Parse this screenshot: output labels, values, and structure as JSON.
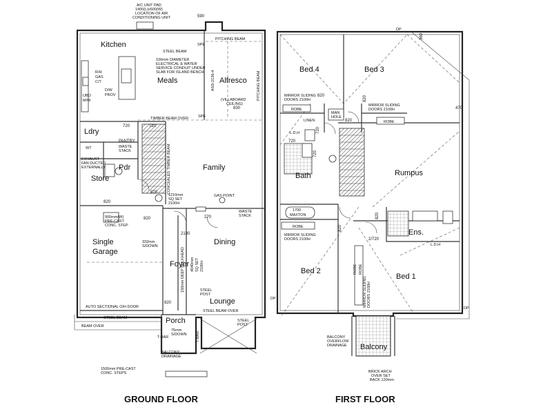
{
  "ground_floor": {
    "heading": "GROUND FLOOR",
    "rooms": {
      "kitchen": "Kitchen",
      "meals": "Meals",
      "alfresco": "Alfresco",
      "ldry": "Ldry",
      "pantry": "PANTRY",
      "pdr": "Pdr",
      "store": "Store",
      "family": "Family",
      "single_garage_1": "Single",
      "single_garage_2": "Garage",
      "dining": "Dining",
      "foyer": "Foyer",
      "lounge": "Lounge",
      "porch": "Porch"
    },
    "notes": {
      "ac_pad_1": "A/C UNIT PAD",
      "ac_pad_2": "1400(L)x600(W)",
      "ac_pad_3": "LOCATION OF AIR",
      "ac_pad_4": "CONDITIONING UNIT",
      "dim_590": "590",
      "steel_beam_top": "STEEL BEAM",
      "conduit_1": "100mm DIAMETER",
      "conduit_2": "ELECTRICAL & WATER",
      "conduit_3": "SERVICE CONDUIT UNDER",
      "conduit_4": "SLAB FOR ISLAND BENCH",
      "spe_1": "SPE",
      "pitching_beam_top": "PITCHING BEAM",
      "pitching_beam_side": "PITCHING BEAM",
      "asd": "ASD-2136-4",
      "villaboard_1": "(VILLABOARD",
      "villaboard_2": "CEILING)",
      "dim_830": "830",
      "rh": "R/H",
      "gas": "GAS",
      "ct": "C/T",
      "dw": "D/W",
      "prov": "PROV",
      "ubo": "UBO",
      "mw": "M/W",
      "timber_beam": "TIMBER BEAM OVER",
      "spe_2": "SPE",
      "dim_720_ldry": "720",
      "dim_720_stair": "720",
      "wt": "WT",
      "waste_stack_1": "WASTE",
      "waste_stack_2": "STACK",
      "exhaust_1": "EXHAUST",
      "exhaust_2": "FAN DUCTED",
      "exhaust_3": "EXTERNALLY",
      "concealed": "CONCEALED TIMBER BEAM",
      "dim_1210_1": "1210mm",
      "dim_1210_2": "SQ SET",
      "dim_1210_3": "2100H",
      "gas_point": "GAS POINT",
      "waste_stack2_1": "WASTE",
      "waste_stack2_2": "STACK",
      "dim_820_store": "820",
      "dim_820_pdr": "820",
      "step_1": "900mm(W)",
      "step_2": "PRE-CAST",
      "step_3": "CONC. STEP",
      "dim_820_step": "820",
      "dim_270": "270",
      "dim_2130": "2130",
      "sdown_1": "332mm",
      "sdown_2": "S/DOWN",
      "bulkhead": "150mm DEEP BULKHEAD",
      "sq_set_1": "4040mm",
      "sq_set_2": "SQ SET",
      "sq_set_3": "2100H",
      "dim_820_foyer": "820",
      "steel_post_1": "STEEL",
      "steel_post_2": "POST",
      "auto_door": "AUTO SECTIONAL O/H DOOR",
      "steel_beam_mid": "STEEL BEAM",
      "steel_beam_over": "STEEL BEAM OVER",
      "steel_post2_1": "STEEL",
      "steel_post2_2": "POST",
      "beam_over": "BEAM OVER",
      "porch_dim_1": "75mm",
      "porch_dim_2": "S/DOWN",
      "tbar_1": "T-BAR",
      "tbar_2": "T-BAR",
      "drainage_1": "BALCONY",
      "drainage_2": "DRAINAGE",
      "steps_1": "1500mm PRE-CAST",
      "steps_2": "CONC. STEPS"
    }
  },
  "first_floor": {
    "heading": "FIRST FLOOR",
    "rooms": {
      "bed4": "Bed 4",
      "bed3": "Bed 3",
      "bath": "Bath",
      "rumpus": "Rumpus",
      "ens": "Ens.",
      "bed2": "Bed 2",
      "bed1": "Bed 1",
      "balcony": "Balcony"
    },
    "notes": {
      "dp_top": "DP",
      "dim_360": "360",
      "dim_470": "470",
      "mirror_l_1": "MIRROR SLIDING",
      "mirror_l_2": "DOORS 2100H",
      "mirror_r_1": "MIRROR SLIDING",
      "mirror_r_2": "DOORS 2100H",
      "robe_1": "ROBE",
      "robe_2": "ROBE",
      "man_1": "MAN",
      "man_2": "HOLE",
      "linen": "LINEN",
      "dim_820_a": "820",
      "dim_820_b": "820",
      "dim_820_c": "820",
      "dim_720_a": "720",
      "dim_720_b": "720",
      "dim_720_c": "720",
      "dim_1700": "1700",
      "maxton": "MAXTON",
      "robe_3": "ROBE",
      "robe_4": "ROBE",
      "mirror_b2_1": "MIRROR SLIDING",
      "mirror_b2_2": "DOORS 2100H",
      "mirror_b1_1": "MIRROR SLIDING",
      "mirror_b1_2": "DOORS 2100H",
      "dim_820_d": "820",
      "dim_820_e": "820",
      "dim_2720": "2/720",
      "robe_b1": "ROBE",
      "ldh_1": "L.D.H",
      "ldh_2": "L.D.H",
      "dp_left": "DP",
      "dp_right": "DP",
      "overflow_1": "BALCONY",
      "overflow_2": "OVERFLOW",
      "overflow_3": "DRAINAGE",
      "arch_1": "BRICK ARCH",
      "arch_2": "OVER SET",
      "arch_3": "BACK 120mm"
    }
  }
}
